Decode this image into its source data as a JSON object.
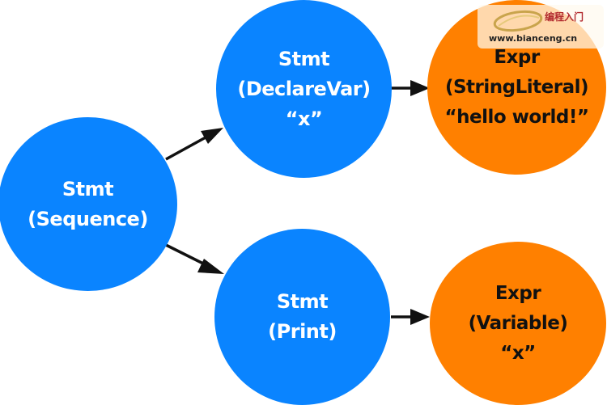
{
  "colors": {
    "blue": "#0a84ff",
    "orange": "#ff8000"
  },
  "nodes": {
    "sequence": {
      "lines": [
        "Stmt",
        "(Sequence)"
      ]
    },
    "declare": {
      "lines": [
        "Stmt",
        "(DeclareVar)",
        "“x”"
      ]
    },
    "print": {
      "lines": [
        "Stmt",
        "(Print)"
      ]
    },
    "string_literal": {
      "lines": [
        "Expr",
        "(StringLiteral)",
        "“hello world!”"
      ]
    },
    "variable": {
      "lines": [
        "Expr",
        "(Variable)",
        "“x”"
      ]
    }
  },
  "edges": [
    {
      "from": "sequence",
      "to": "declare"
    },
    {
      "from": "sequence",
      "to": "print"
    },
    {
      "from": "declare",
      "to": "string_literal"
    },
    {
      "from": "print",
      "to": "variable"
    }
  ],
  "watermark": {
    "chinese": "编程入门",
    "url": "www.bianceng.cn",
    "icon": "swoosh-logo-icon"
  }
}
